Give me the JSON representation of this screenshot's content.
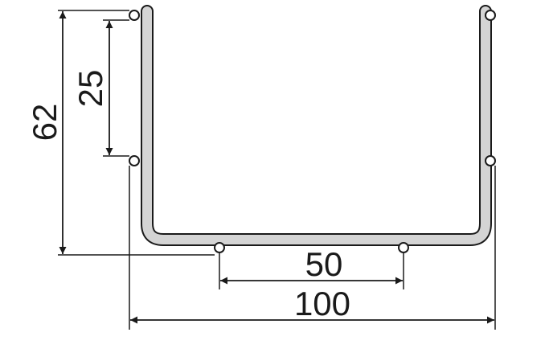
{
  "dimensions": {
    "height_total": "62",
    "height_upper": "25",
    "width_inner": "50",
    "width_total": "100"
  },
  "colors": {
    "profile_fill": "#d4d4d4",
    "profile_stroke": "#1a1a1a",
    "line": "#1a1a1a",
    "background": "#ffffff"
  }
}
